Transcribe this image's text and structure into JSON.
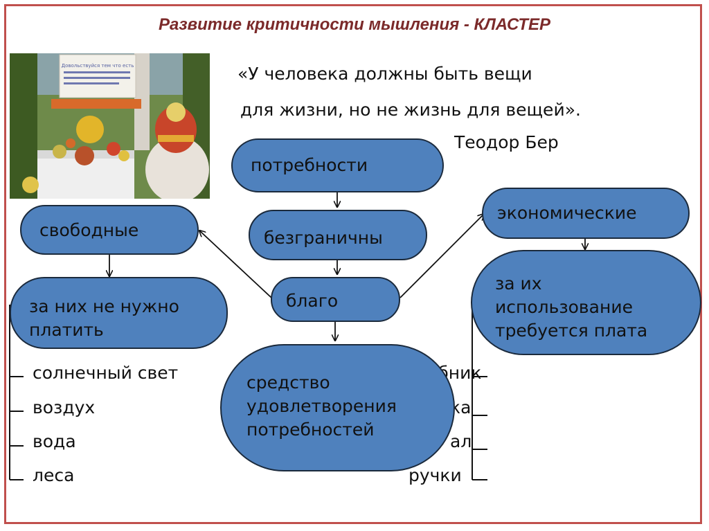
{
  "title": "Развитие критичности мышления - КЛАСТЕР",
  "quote": {
    "line1": "«У человека должны быть вещи",
    "line2": "для жизни, но не жизнь для вещей».",
    "author": "Теодор Бер"
  },
  "photo": {
    "sign_text": "Довольствуйся тем что есть"
  },
  "nodes": {
    "needs": "потребности",
    "unlimited": "безграничны",
    "good": "благо",
    "means": [
      "средство",
      "удовлетворения",
      "потребностей"
    ],
    "free": "свободные",
    "free_desc": [
      "за них не нужно",
      "платить"
    ],
    "economic": "экономические",
    "economic_desc": [
      "за их",
      "использование",
      "требуется плата"
    ]
  },
  "free_examples": [
    "солнечный свет",
    "воздух",
    "вода",
    "леса"
  ],
  "economic_examples_partial": [
    "ебник",
    "ка",
    "ал",
    "ручки"
  ],
  "colors": {
    "node_fill": "#4f81bd",
    "node_border": "#1b2a3c",
    "frame": "#c0504d",
    "title": "#7b2a2a"
  }
}
